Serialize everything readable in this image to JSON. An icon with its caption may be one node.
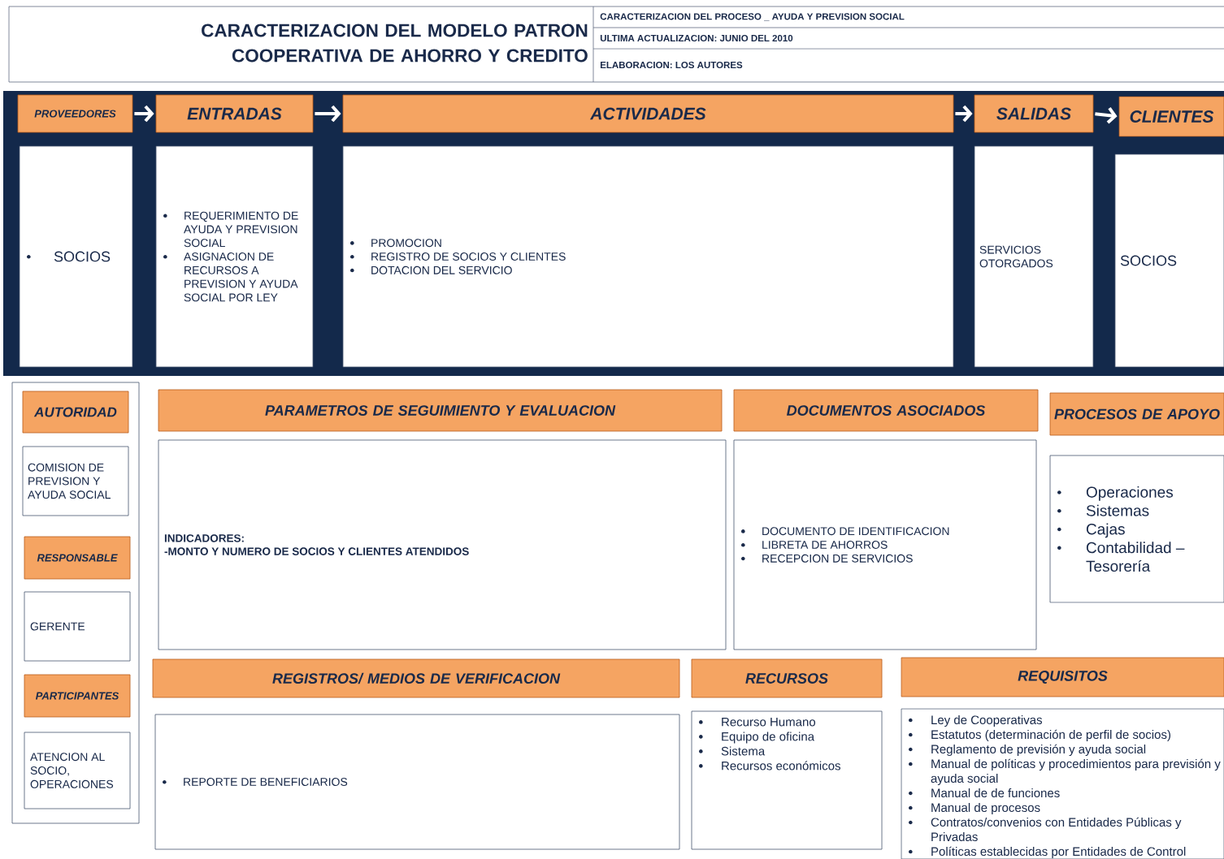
{
  "diagram": {
    "title": "CARACTERIZACION DEL MODELO PATRON COOPERATIVA DE AHORRO Y CREDITO",
    "nodes": [
      {
        "text": [
          "PROVEEDORES"
        ]
      },
      {
        "text": [
          "ENTRADAS"
        ]
      },
      {
        "text": [
          "ACTIVIDADES"
        ]
      },
      {
        "text": [
          "SALIDAS"
        ]
      },
      {
        "text": [
          "CLIENTES"
        ]
      },
      {
        "text": [
          "SOCIOS"
        ]
      },
      {
        "text": [
          "REQUERIMIENTO DE AYUDA Y PREVISION SOCIAL",
          "ASIGNACION DE RECURSOS A PREVISION Y AYUDA SOCIAL POR LEY"
        ]
      },
      {
        "text": [
          "PROMOCION",
          "REGISTRO DE SOCIOS Y CLIENTES",
          "DOTACION DEL SERVICIO"
        ]
      },
      {
        "text": [
          "SERVICIOS OTORGADOS"
        ]
      },
      {
        "text": [
          "SOCIOS"
        ]
      },
      {
        "text": [],
        "shape": "box"
      },
      {
        "text": [
          "AUTORIDAD"
        ],
        "in": 10
      },
      {
        "text": [
          "COMISION DE PREVISION Y AYUDA SOCIAL"
        ],
        "in": 10
      },
      {
        "text": [
          "RESPONSABLE"
        ],
        "in": 10
      },
      {
        "text": [
          "GERENTE"
        ],
        "in": 10
      },
      {
        "text": [
          "PARTICIPANTES"
        ],
        "in": 10
      },
      {
        "text": [
          "ATENCION AL SOCIO, OPERACIONES"
        ],
        "in": 10
      },
      {
        "text": [
          "PARAMETROS DE SEGUIMIENTO Y EVALUACION"
        ]
      },
      {
        "text": [
          "INDICADORES:",
          "-MONTO Y NUMERO DE SOCIOS Y CLIENTES ATENDIDOS"
        ]
      },
      {
        "text": [
          "DOCUMENTOS ASOCIADOS"
        ]
      },
      {
        "text": [
          "DOCUMENTO DE IDENTIFICACION",
          "LIBRETA DE AHORROS",
          "RECEPCION DE SERVICIOS"
        ]
      },
      {
        "text": [
          "PROCESOS DE APOYO"
        ]
      },
      {
        "text": [
          "Operaciones",
          "Sistemas",
          "Cajas",
          "Contabilidad – Tesorería"
        ]
      },
      {
        "text": [
          "REGISTROS/ MEDIOS DE VERIFICACION"
        ]
      },
      {
        "text": [
          "REPORTE DE BENEFICIARIOS"
        ]
      },
      {
        "text": [
          "RECURSOS"
        ]
      },
      {
        "text": [
          "Recurso Humano",
          "Equipo de oficina",
          "Sistema",
          "Recursos económicos"
        ]
      },
      {
        "text": [
          "REQUISITOS"
        ]
      },
      {
        "text": [
          "Ley de Cooperativas",
          "Estatutos (determinación de perfil de socios)",
          "Reglamento de previsión y ayuda social",
          "Manual de políticas y procedimientos para previsión y ayuda social",
          "Manual de de funciones",
          "Manual de procesos",
          "Contratos/convenios con Entidades Públicas y Privadas",
          "Políticas establecidas por Entidades de Control"
        ]
      }
    ],
    "edges": [
      {
        "from": 0,
        "to": 1,
        "arrow": "to"
      },
      {
        "from": 1,
        "to": 2,
        "arrow": "to"
      },
      {
        "from": 2,
        "to": 3,
        "arrow": "to"
      },
      {
        "from": 3,
        "to": 4,
        "arrow": "to"
      }
    ],
    "labels": [
      "CARACTERIZACION DEL PROCESO _ AYUDA Y PREVISION SOCIAL",
      "ULTIMA ACTUALIZACION: JUNIO DEL 2010",
      "ELABORACION: LOS AUTORES"
    ]
  }
}
